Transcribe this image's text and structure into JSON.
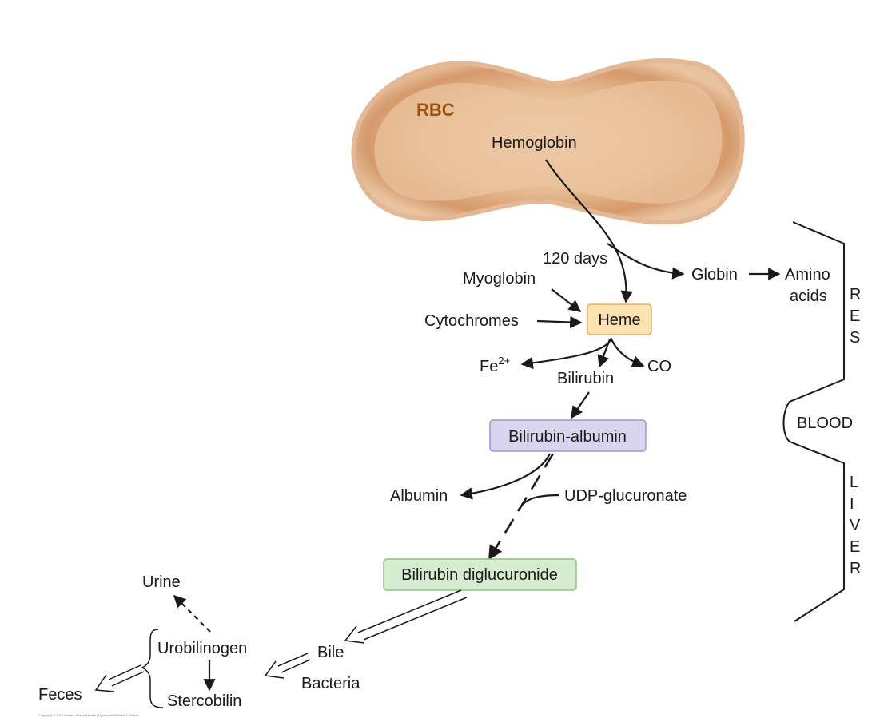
{
  "rbc": {
    "title": "RBC",
    "hemoglobin": "Hemoglobin"
  },
  "labels": {
    "days": "120 days",
    "myoglobin": "Myoglobin",
    "cytochromes": "Cytochromes",
    "globin": "Globin",
    "amino_line1": "Amino",
    "amino_line2": "acids",
    "heme": "Heme",
    "fe": "Fe",
    "fe_sup": "2+",
    "bilirubin": "Bilirubin",
    "co": "CO",
    "bilirubin_albumin": "Bilirubin-albumin",
    "albumin": "Albumin",
    "udp": "UDP-glucuronate",
    "diglucuronide": "Bilirubin diglucuronide",
    "urine": "Urine",
    "urobilinogen": "Urobilinogen",
    "stercobilin": "Stercobilin",
    "bile": "Bile",
    "bacteria": "Bacteria",
    "feces": "Feces"
  },
  "regions": {
    "res": [
      "R",
      "E",
      "S"
    ],
    "blood": "BLOOD",
    "liver": [
      "L",
      "I",
      "V",
      "E",
      "R"
    ]
  },
  "copyright": "Copyright © 2013 Wolters Kluwer Health | Lippincott Williams & Wilkins",
  "colors": {
    "rbc_fill": "#dca57b",
    "rbc_center": "#ecc8a4",
    "heme_box": "#fbe2b0",
    "heme_border": "#e5b25a",
    "albumin_box": "#d9d5ef",
    "albumin_border": "#9d97c9",
    "digluc_box": "#d6ecd1",
    "digluc_border": "#8cc383"
  }
}
